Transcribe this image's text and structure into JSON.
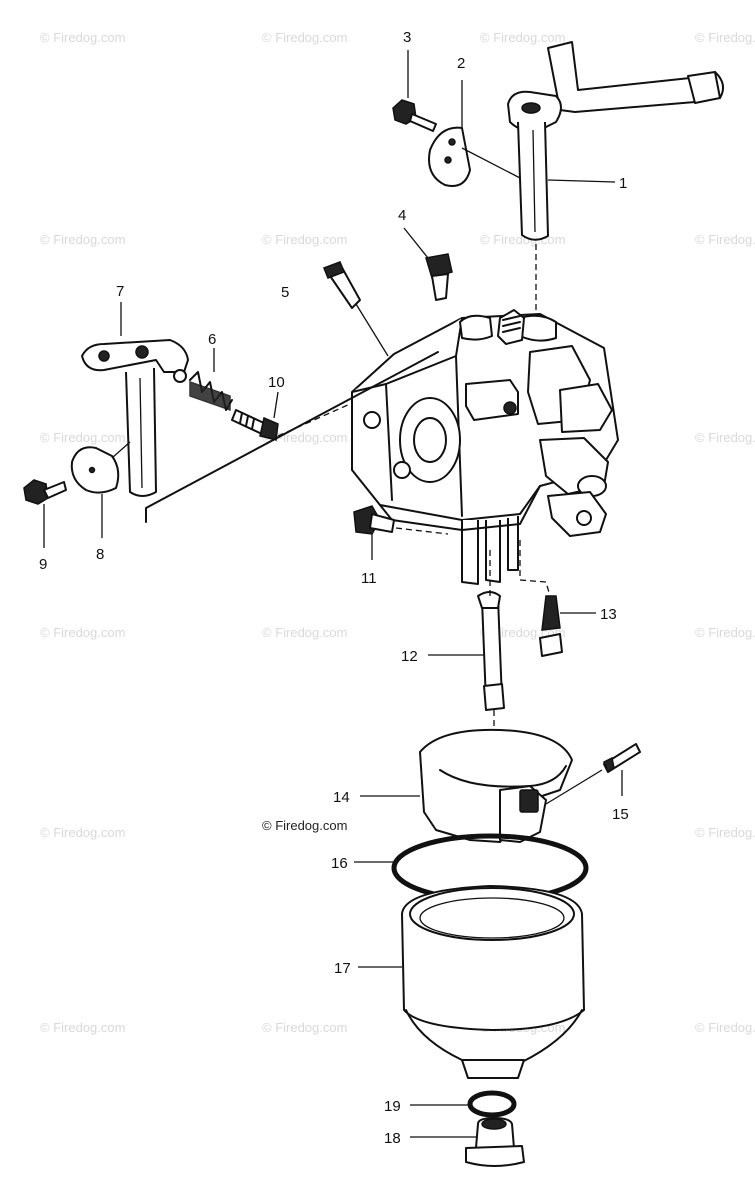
{
  "watermark": {
    "text": "© Firedog.com"
  },
  "credit": {
    "text": "© Firedog.com"
  },
  "callouts": [
    {
      "id": "1",
      "text": "1"
    },
    {
      "id": "2",
      "text": "2"
    },
    {
      "id": "3",
      "text": "3"
    },
    {
      "id": "4",
      "text": "4"
    },
    {
      "id": "5",
      "text": "5"
    },
    {
      "id": "6",
      "text": "6"
    },
    {
      "id": "7",
      "text": "7"
    },
    {
      "id": "8",
      "text": "8"
    },
    {
      "id": "9",
      "text": "9"
    },
    {
      "id": "10",
      "text": "10"
    },
    {
      "id": "11",
      "text": "11"
    },
    {
      "id": "12",
      "text": "12"
    },
    {
      "id": "13",
      "text": "13"
    },
    {
      "id": "14",
      "text": "14"
    },
    {
      "id": "15",
      "text": "15"
    },
    {
      "id": "16",
      "text": "16"
    },
    {
      "id": "17",
      "text": "17"
    },
    {
      "id": "18",
      "text": "18"
    },
    {
      "id": "19",
      "text": "19"
    }
  ]
}
